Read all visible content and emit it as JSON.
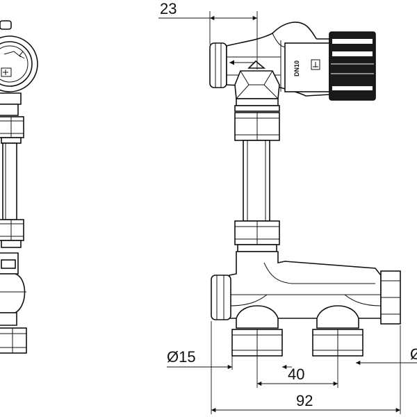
{
  "dimensions": {
    "top_offset": "23",
    "outlet_diameter": "Ø15",
    "outlet_spacing": "40",
    "overall_width": "92",
    "cut_label": "Ø"
  },
  "valve": {
    "size_marking": "DN10"
  }
}
